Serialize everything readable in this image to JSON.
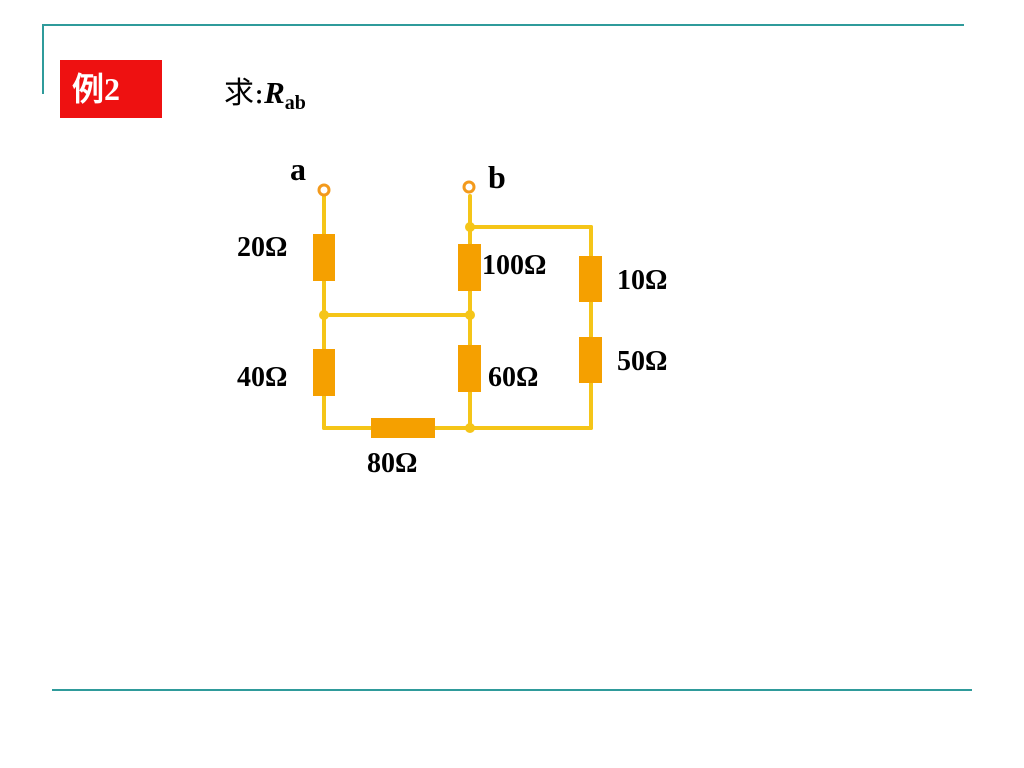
{
  "colors": {
    "rule": "#2f9b9b",
    "badge_bg": "#ee1111",
    "wire": "#f5c518",
    "resistor": "#f5a000",
    "terminal": "#f39a1c",
    "text": "#000000"
  },
  "header": {
    "example_label": "例2",
    "question_prefix": "求:",
    "question_var": "R",
    "question_sub": "ab"
  },
  "circuit": {
    "terminals": {
      "a": "a",
      "b": "b"
    },
    "resistors": {
      "r20": "20Ω",
      "r40": "40Ω",
      "r80": "80Ω",
      "r100": "100Ω",
      "r60": "60Ω",
      "r10": "10Ω",
      "r50": "50Ω"
    }
  }
}
